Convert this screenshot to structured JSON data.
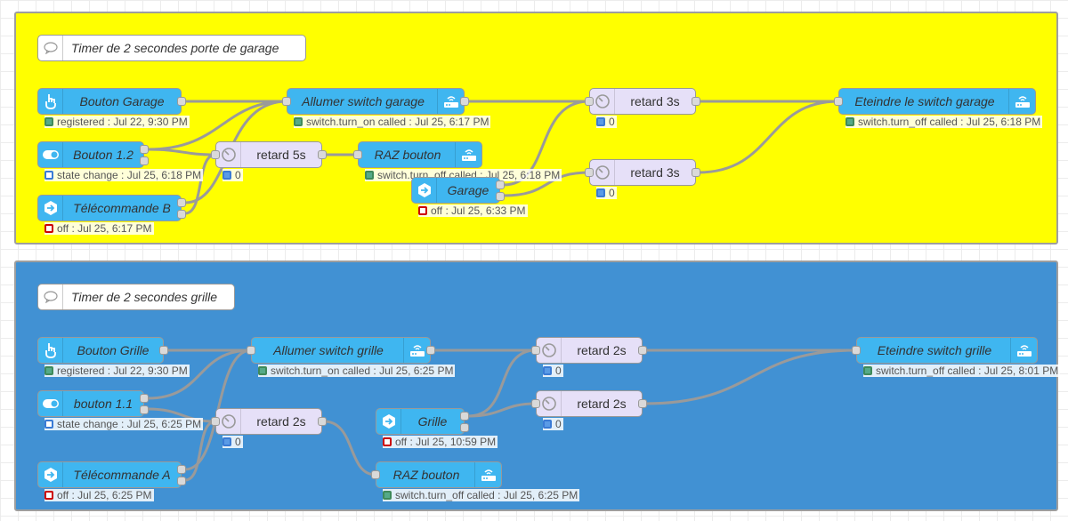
{
  "colors": {
    "group_garage_fill": "#ffff00",
    "group_grille_fill": "#4191d3",
    "node_blue": "#3fb6f0",
    "node_function": "#e6e0f8",
    "wire": "#9a9a9a"
  },
  "garage": {
    "comment": "Timer de 2 secondes porte de garage",
    "nodes": {
      "bouton_garage": {
        "label": "Bouton Garage",
        "icon": "hand-pointer-icon",
        "status": "registered : Jul 22, 9:30 PM"
      },
      "bouton_12": {
        "label": "Bouton 1.2",
        "icon": "toggle-icon",
        "status": "state change : Jul 25, 6:18 PM"
      },
      "telecommande_b": {
        "label": "Télécommande B",
        "icon": "hexagon-arrow-icon",
        "status": "off : Jul 25, 6:17 PM"
      },
      "allumer": {
        "label": "Allumer switch garage",
        "icon": "router-icon",
        "status": "switch.turn_on called : Jul 25, 6:17 PM"
      },
      "retard_5s": {
        "label": "retard 5s",
        "icon": "timer-icon",
        "status": "0"
      },
      "raz_bouton": {
        "label": "RAZ bouton",
        "icon": "router-icon",
        "status": "switch.turn_off called : Jul 25, 6:18 PM"
      },
      "garage": {
        "label": "Garage",
        "icon": "hexagon-arrow-icon",
        "status": "off : Jul 25, 6:33 PM"
      },
      "retard_3s_a": {
        "label": "retard 3s",
        "icon": "timer-icon",
        "status": "0"
      },
      "retard_3s_b": {
        "label": "retard 3s",
        "icon": "timer-icon",
        "status": "0"
      },
      "eteindre": {
        "label": "Eteindre le switch garage",
        "icon": "router-icon",
        "status": "switch.turn_off called : Jul 25, 6:18 PM"
      }
    }
  },
  "grille": {
    "comment": "Timer de 2 secondes grille",
    "nodes": {
      "bouton_grille": {
        "label": "Bouton Grille",
        "icon": "hand-pointer-icon",
        "status": "registered : Jul 22, 9:30 PM"
      },
      "bouton_11": {
        "label": "bouton 1.1",
        "icon": "toggle-icon",
        "status": "state change : Jul 25, 6:25 PM"
      },
      "telecommande_a": {
        "label": "Télécommande A",
        "icon": "hexagon-arrow-icon",
        "status": "off : Jul 25, 6:25 PM"
      },
      "allumer": {
        "label": "Allumer switch grille",
        "icon": "router-icon",
        "status": "switch.turn_on called : Jul 25, 6:25 PM"
      },
      "retard_2s_c": {
        "label": "retard 2s",
        "icon": "timer-icon",
        "status": "0"
      },
      "raz_bouton": {
        "label": "RAZ bouton",
        "icon": "router-icon",
        "status": "switch.turn_off called : Jul 25, 6:25 PM"
      },
      "grille_in": {
        "label": "Grille",
        "icon": "hexagon-arrow-icon",
        "status": "off : Jul 25, 10:59 PM"
      },
      "retard_2s_a": {
        "label": "retard 2s",
        "icon": "timer-icon",
        "status": "0"
      },
      "retard_2s_b": {
        "label": "retard 2s",
        "icon": "timer-icon",
        "status": "0"
      },
      "eteindre": {
        "label": "Eteindre switch grille",
        "icon": "router-icon",
        "status": "switch.turn_off called : Jul 25, 8:01 PM"
      }
    }
  }
}
